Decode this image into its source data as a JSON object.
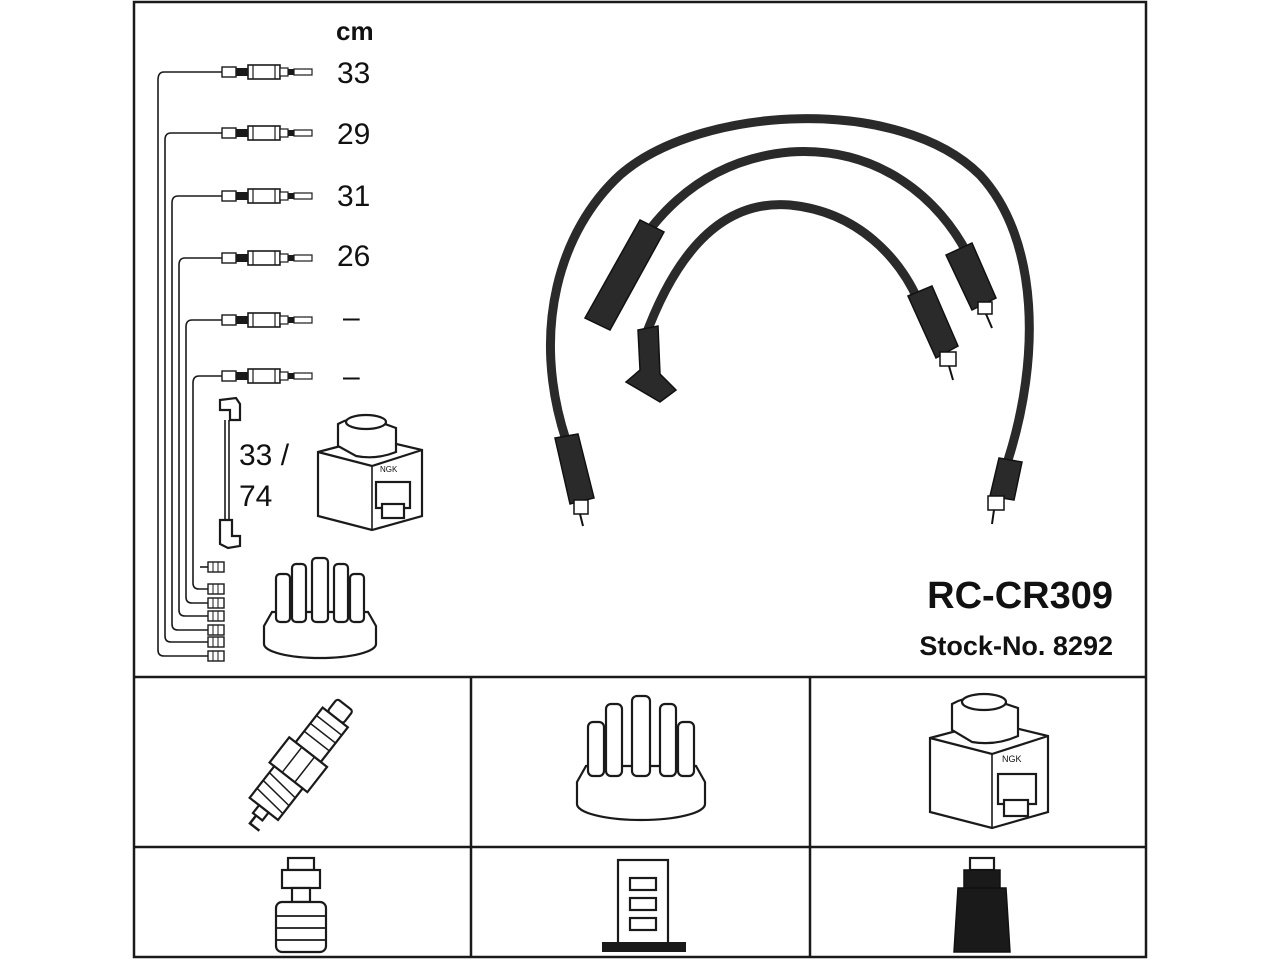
{
  "header": {
    "unit_label": "cm",
    "lengths": [
      "33",
      "29",
      "31",
      "26",
      "–",
      "–"
    ],
    "coil_lead_length_top": "33 /",
    "coil_lead_length_bottom": "74"
  },
  "product": {
    "model": "RC-CR309",
    "stock_number": "Stock-No. 8292"
  },
  "icons": {
    "coil": "ignition-coil-icon",
    "cap": "distributor-cap-icon",
    "plug": "spark-plug-icon",
    "cables": "ignition-cable-set-icon"
  },
  "colors": {
    "line": "#1a1a1a",
    "cable": "#2a2a2a",
    "background": "#ffffff"
  }
}
